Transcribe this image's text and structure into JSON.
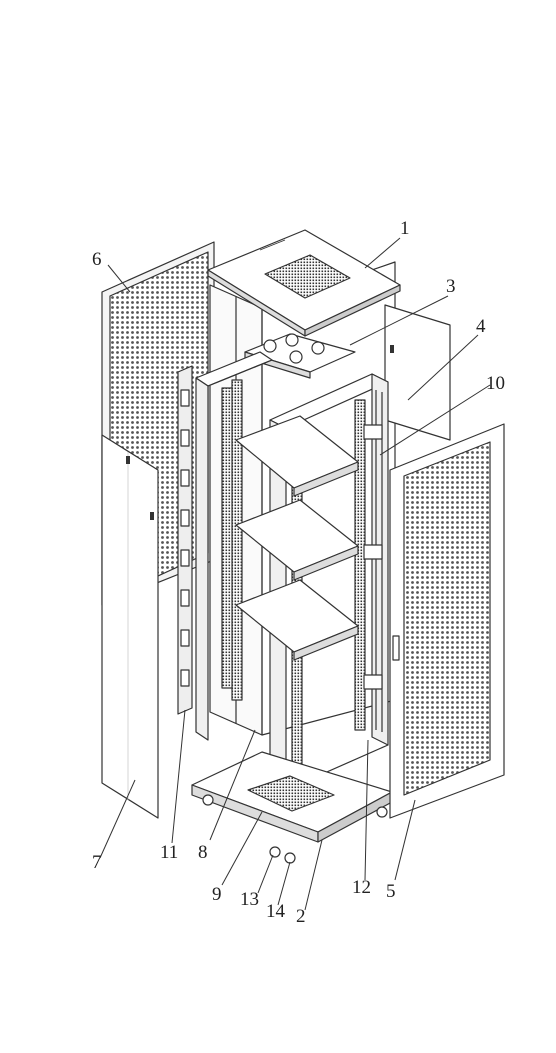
{
  "diagram": {
    "callouts": [
      {
        "id": "c1",
        "label": "1"
      },
      {
        "id": "c2",
        "label": "2"
      },
      {
        "id": "c3",
        "label": "3"
      },
      {
        "id": "c4",
        "label": "4"
      },
      {
        "id": "c5",
        "label": "5"
      },
      {
        "id": "c6",
        "label": "6"
      },
      {
        "id": "c7",
        "label": "7"
      },
      {
        "id": "c8",
        "label": "8"
      },
      {
        "id": "c9",
        "label": "9"
      },
      {
        "id": "c10",
        "label": "10"
      },
      {
        "id": "c11",
        "label": "11"
      },
      {
        "id": "c12",
        "label": "12"
      },
      {
        "id": "c13",
        "label": "13"
      },
      {
        "id": "c14",
        "label": "14"
      }
    ],
    "colors": {
      "line": "#333333",
      "mesh": "#555555",
      "panel": "#ffffff",
      "shade": "#e6e6e6"
    }
  }
}
